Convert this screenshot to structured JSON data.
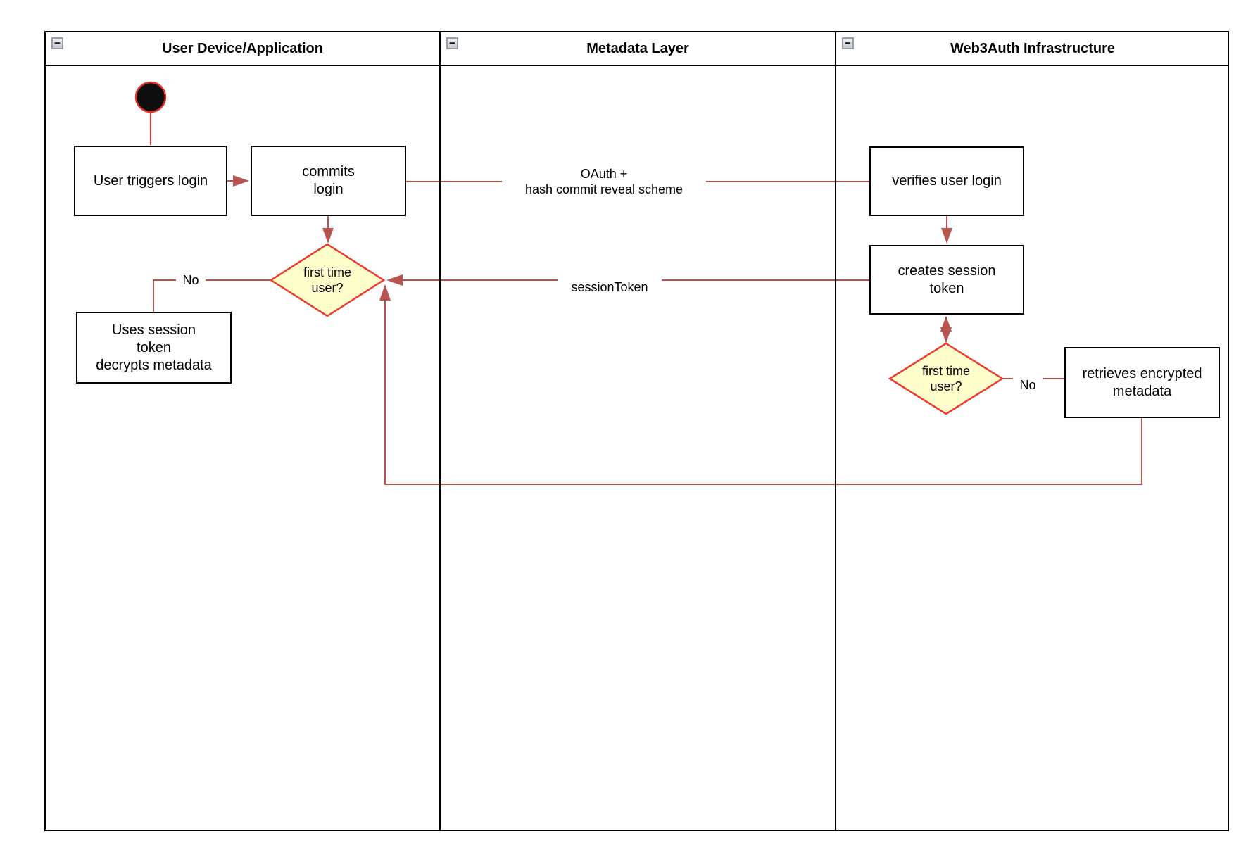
{
  "header": {
    "collapse_icon": "−",
    "lanes": [
      {
        "title": "User Device/Application"
      },
      {
        "title": "Metadata Layer"
      },
      {
        "title": "Web3Auth Infrastructure"
      }
    ]
  },
  "nodes": {
    "user_triggers_login": "User triggers login",
    "commits_login": "commits\nlogin",
    "first_time_user_left": "first time\nuser?",
    "uses_session_token": "Uses session\ntoken\ndecrypts metadata",
    "verifies_user_login": "verifies user login",
    "creates_session_token": "creates session\ntoken",
    "first_time_user_right": "first time\nuser?",
    "retrieves_encrypted_metadata": "retrieves encrypted\nmetadata"
  },
  "edge_labels": {
    "oauth": "OAuth +\nhash commit reveal scheme",
    "session_token": "sessionToken",
    "no_left": "No",
    "no_right": "No"
  },
  "colors": {
    "connector": "#b85450",
    "decision_fill": "#ffffcc",
    "decision_stroke": "#f0382b",
    "start_fill": "#0e0e0e",
    "start_stroke": "#e8312a",
    "box_stroke": "#000000"
  }
}
